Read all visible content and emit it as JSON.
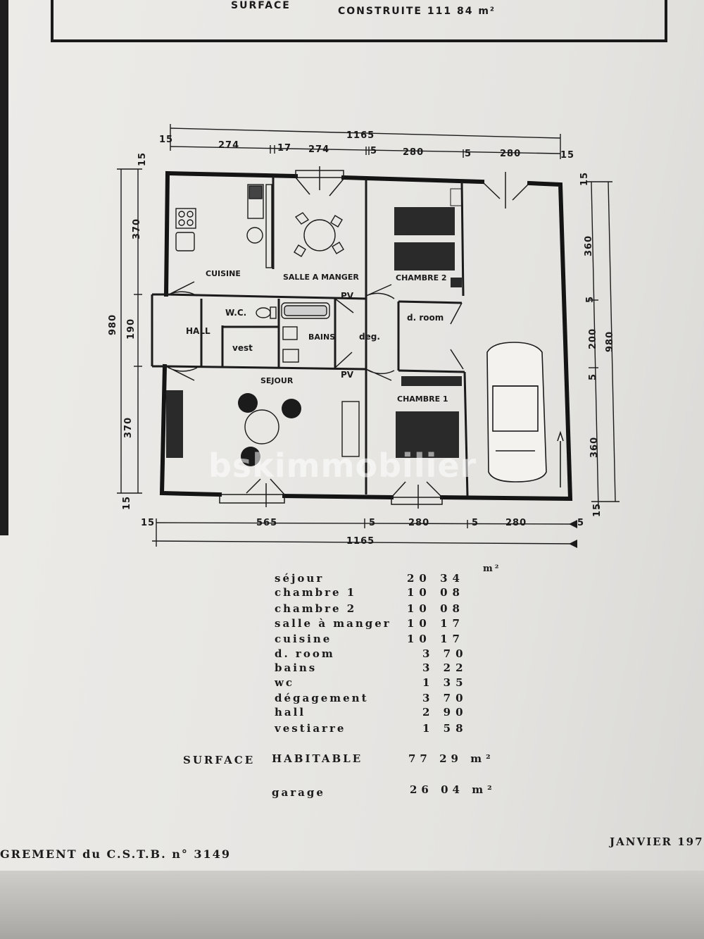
{
  "header": {
    "surface_label": "SURFACE",
    "construite_label": "CONSTRUITE 111 84 m²"
  },
  "plan": {
    "dims_top": {
      "total": "1165",
      "s1": "15",
      "s2": "274",
      "s3": "17",
      "s4": "274",
      "s5": "5",
      "s6": "280",
      "s7": "5",
      "s8": "280",
      "s9": "15"
    },
    "dims_bottom": {
      "s1": "15",
      "s2": "565",
      "s3": "5",
      "s4": "280",
      "s5": "5",
      "s6": "280",
      "s7": "5",
      "total": "1165"
    },
    "dims_left": {
      "total": "980",
      "s1": "15",
      "s2": "370",
      "s3": "190",
      "s4": "370",
      "s5": "15"
    },
    "dims_right": {
      "total": "980",
      "s1": "15",
      "s2": "360",
      "s3": "5",
      "s4": "200",
      "s5": "5",
      "s6": "360",
      "s7": "15"
    },
    "rooms": {
      "cuisine": "CUISINE",
      "salle_a_manger": "SALLE A MANGER",
      "chambre2": "CHAMBRE 2",
      "wc": "W.C.",
      "hall": "HALL",
      "vest": "vest",
      "bains": "BAINS",
      "deg": "deg.",
      "d_room": "d. room",
      "sejour": "SEJOUR",
      "chambre1": "CHAMBRE 1",
      "pv1": "PV",
      "pv2": "PV"
    }
  },
  "watermark": "bskimmobilier",
  "surfaces": [
    {
      "name": "séjour",
      "value": "20 34"
    },
    {
      "name": "chambre   1",
      "value": "10 08"
    },
    {
      "name": "chambre   2",
      "value": "10 08"
    },
    {
      "name": "salle  à  manger",
      "value": "10 17"
    },
    {
      "name": "cuisine",
      "value": "10 17"
    },
    {
      "name": "d.  room",
      "value": "3 70"
    },
    {
      "name": "bains",
      "value": "3 22"
    },
    {
      "name": "wc",
      "value": "1 35"
    },
    {
      "name": "dégagement",
      "value": "3 70"
    },
    {
      "name": "hall",
      "value": "2 90"
    },
    {
      "name": "vestiarre",
      "value": "1 58"
    }
  ],
  "unit_m2": "m²",
  "surface_habitable": {
    "label1": "SURFACE",
    "label2": "HABITABLE",
    "value": "77 29 m²"
  },
  "garage": {
    "label": "garage",
    "value": "26 04 m²"
  },
  "footer": {
    "agrement": "GREMENT  du  C.S.T.B.  n° 3149",
    "date": "JANVIER  197"
  }
}
